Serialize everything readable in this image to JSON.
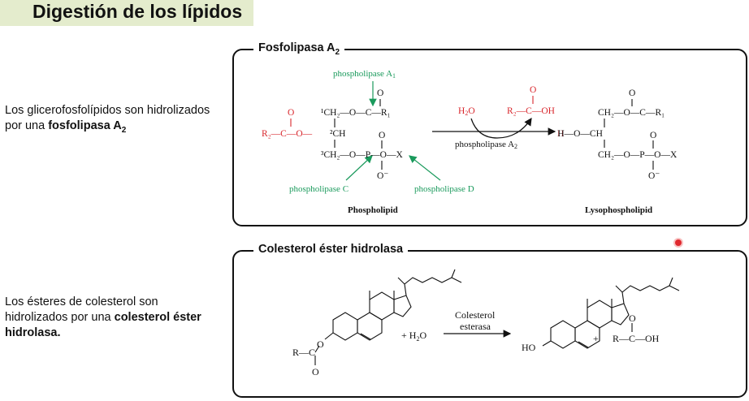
{
  "page": {
    "title": "Digestión de los lípidos"
  },
  "section1": {
    "text_before": "Los glicerofosfolípidos son hidrolizados por una ",
    "text_bold": "fosfolipasa A",
    "text_sub": "2",
    "panel_label": "Fosfolipasa A",
    "panel_label_sub": "2",
    "scheme": {
      "enzyme_a1": "phospholipase A",
      "enzyme_a1_sub": "1",
      "enzyme_c": "phospholipase C",
      "enzyme_d": "phospholipase D",
      "arrow_enzyme": "phospholipase A",
      "arrow_enzyme_sub": "2",
      "reactant_name": "Phospholipid",
      "product_name": "Lysophospholipid",
      "water": "H",
      "water_sub": "2",
      "water_o": "O",
      "fatty_acid": "R₂—C—OH",
      "acyl_r2": "R₂—C—O—",
      "c1_row": "¹CH₂—O—C—R₁",
      "c2_row": "²CH",
      "c3_row": "³CH₂—O—P—O—X",
      "o_dbl": "O",
      "o_minus": "O⁻",
      "prod_row1": "CH₂—O—C—R₁",
      "prod_row2": "H—O—CH",
      "prod_row3": "CH₂—O—P—O—X"
    }
  },
  "section2": {
    "text_before": "Los ésteres de colesterol son hidrolizados por una ",
    "text_bold": "colesterol éster hidrolasa.",
    "panel_label": "Colesterol éster hidrolasa",
    "scheme": {
      "plus_water": "+ H",
      "plus_water_sub": "2",
      "plus_water_o": "O",
      "enzyme_line1": "Colesterol",
      "enzyme_line2": "esterasa",
      "ester_r": "R—C",
      "ester_o": "O",
      "ester_o2": "O",
      "ho": "HO",
      "plus": "+",
      "acid": "R—C—OH",
      "acid_o": "O"
    }
  },
  "colors": {
    "title_bg": "#e4eccd",
    "enzyme_green": "#1a9a5c",
    "acyl_red": "#d8262c"
  }
}
